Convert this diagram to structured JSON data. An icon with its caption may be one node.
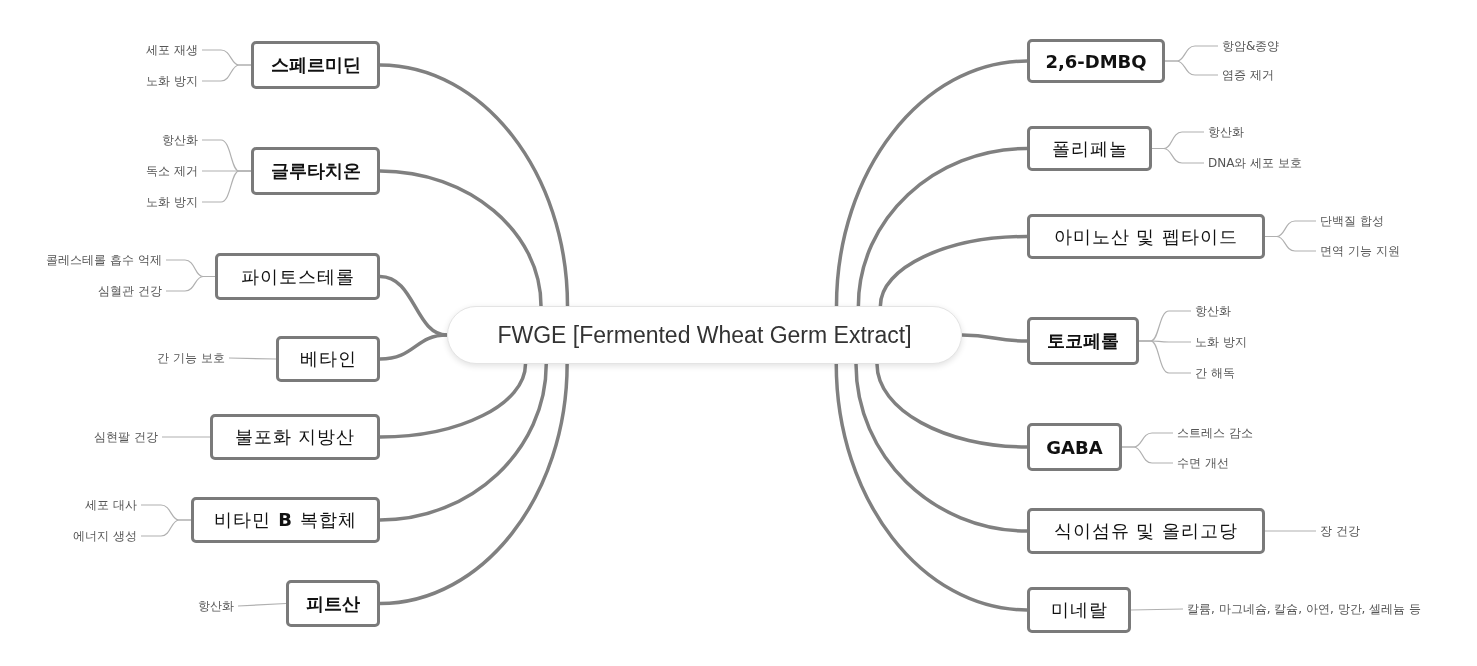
{
  "diagram": {
    "nodes": [
      {
        "text": [
          "FWGE [Fermented Wheat Germ Extract]"
        ]
      },
      {
        "text": [
          "스페르미딘"
        ]
      },
      {
        "text": [
          "세포 재생"
        ]
      },
      {
        "text": [
          "노화 방지"
        ]
      },
      {
        "text": [
          "글루타치온"
        ]
      },
      {
        "text": [
          "항산화"
        ]
      },
      {
        "text": [
          "독소 제거"
        ]
      },
      {
        "text": [
          "노화 방지"
        ]
      },
      {
        "text": [
          "파이토스테롤"
        ]
      },
      {
        "text": [
          "콜레스테롤 흡수 억제"
        ]
      },
      {
        "text": [
          "심혈관 건강"
        ]
      },
      {
        "text": [
          "베타인"
        ]
      },
      {
        "text": [
          "간 기능 보호"
        ]
      },
      {
        "text": [
          "불포화 지방산"
        ]
      },
      {
        "text": [
          "심현팔 건강"
        ]
      },
      {
        "text": [
          "비타민 **B** 복합체"
        ]
      },
      {
        "text": [
          "세포 대사"
        ]
      },
      {
        "text": [
          "에너지 생성"
        ]
      },
      {
        "text": [
          "피트산"
        ]
      },
      {
        "text": [
          "항산화"
        ]
      },
      {
        "text": [
          "2,6-DMBQ"
        ]
      },
      {
        "text": [
          "항암&종양"
        ]
      },
      {
        "text": [
          "염증 제거"
        ]
      },
      {
        "text": [
          "폴리페놀"
        ]
      },
      {
        "text": [
          "항산화"
        ]
      },
      {
        "text": [
          "DNA와 세포 보호"
        ]
      },
      {
        "text": [
          "아미노산 및 펩타이드"
        ]
      },
      {
        "text": [
          "단백질 합성"
        ]
      },
      {
        "text": [
          "면역 기능 지원"
        ]
      },
      {
        "text": [
          "토코페롤"
        ]
      },
      {
        "text": [
          "항산화"
        ]
      },
      {
        "text": [
          "노화 방지"
        ]
      },
      {
        "text": [
          "간 해독"
        ]
      },
      {
        "text": [
          "GABA"
        ]
      },
      {
        "text": [
          "스트레스 감소"
        ]
      },
      {
        "text": [
          "수면 개선"
        ]
      },
      {
        "text": [
          "식이섬유 및 올리고당"
        ]
      },
      {
        "text": [
          "장 건강"
        ]
      },
      {
        "text": [
          "미네랄"
        ]
      },
      {
        "text": [
          "칼륨, 마그네슘, 칼슘, 아연, 망간, 셀레늄 등"
        ]
      }
    ],
    "edges": [
      {
        "from": 0,
        "to": 1,
        "arrow": "none",
        "style": "thick",
        "color": "#808080"
      },
      {
        "from": 1,
        "to": 2,
        "arrow": "none"
      },
      {
        "from": 1,
        "to": 3,
        "arrow": "none"
      },
      {
        "from": 0,
        "to": 4,
        "arrow": "none",
        "style": "thick",
        "color": "#808080"
      },
      {
        "from": 4,
        "to": 5,
        "arrow": "none"
      },
      {
        "from": 4,
        "to": 6,
        "arrow": "none"
      },
      {
        "from": 4,
        "to": 7,
        "arrow": "none"
      },
      {
        "from": 0,
        "to": 8,
        "arrow": "none",
        "style": "thick",
        "color": "#808080"
      },
      {
        "from": 8,
        "to": 9,
        "arrow": "none"
      },
      {
        "from": 8,
        "to": 10,
        "arrow": "none"
      },
      {
        "from": 0,
        "to": 11,
        "arrow": "none",
        "style": "thick",
        "color": "#808080"
      },
      {
        "from": 11,
        "to": 12,
        "arrow": "none"
      },
      {
        "from": 0,
        "to": 13,
        "arrow": "none",
        "style": "thick",
        "color": "#808080"
      },
      {
        "from": 13,
        "to": 14,
        "arrow": "none"
      },
      {
        "from": 0,
        "to": 15,
        "arrow": "none",
        "style": "thick",
        "color": "#808080"
      },
      {
        "from": 15,
        "to": 16,
        "arrow": "none"
      },
      {
        "from": 15,
        "to": 17,
        "arrow": "none"
      },
      {
        "from": 0,
        "to": 18,
        "arrow": "none",
        "style": "thick",
        "color": "#808080"
      },
      {
        "from": 18,
        "to": 19,
        "arrow": "none"
      },
      {
        "from": 0,
        "to": 20,
        "arrow": "none",
        "style": "thick",
        "color": "#808080"
      },
      {
        "from": 20,
        "to": 21,
        "arrow": "none"
      },
      {
        "from": 20,
        "to": 22,
        "arrow": "none"
      },
      {
        "from": 0,
        "to": 23,
        "arrow": "none",
        "style": "thick",
        "color": "#808080"
      },
      {
        "from": 23,
        "to": 24,
        "arrow": "none"
      },
      {
        "from": 23,
        "to": 25,
        "arrow": "none"
      },
      {
        "from": 0,
        "to": 26,
        "arrow": "none",
        "style": "thick",
        "color": "#808080"
      },
      {
        "from": 26,
        "to": 27,
        "arrow": "none"
      },
      {
        "from": 26,
        "to": 28,
        "arrow": "none"
      },
      {
        "from": 0,
        "to": 29,
        "arrow": "none",
        "style": "thick",
        "color": "#808080"
      },
      {
        "from": 29,
        "to": 30,
        "arrow": "none"
      },
      {
        "from": 29,
        "to": 31,
        "arrow": "none"
      },
      {
        "from": 29,
        "to": 32,
        "arrow": "none"
      },
      {
        "from": 0,
        "to": 33,
        "arrow": "none",
        "style": "thick",
        "color": "#808080"
      },
      {
        "from": 33,
        "to": 34,
        "arrow": "none"
      },
      {
        "from": 33,
        "to": 35,
        "arrow": "none"
      },
      {
        "from": 0,
        "to": 36,
        "arrow": "none",
        "style": "thick",
        "color": "#808080"
      },
      {
        "from": 36,
        "to": 37,
        "arrow": "none"
      },
      {
        "from": 0,
        "to": 38,
        "arrow": "none",
        "style": "thick",
        "color": "#808080"
      },
      {
        "from": 38,
        "to": 39,
        "arrow": "none"
      }
    ]
  }
}
